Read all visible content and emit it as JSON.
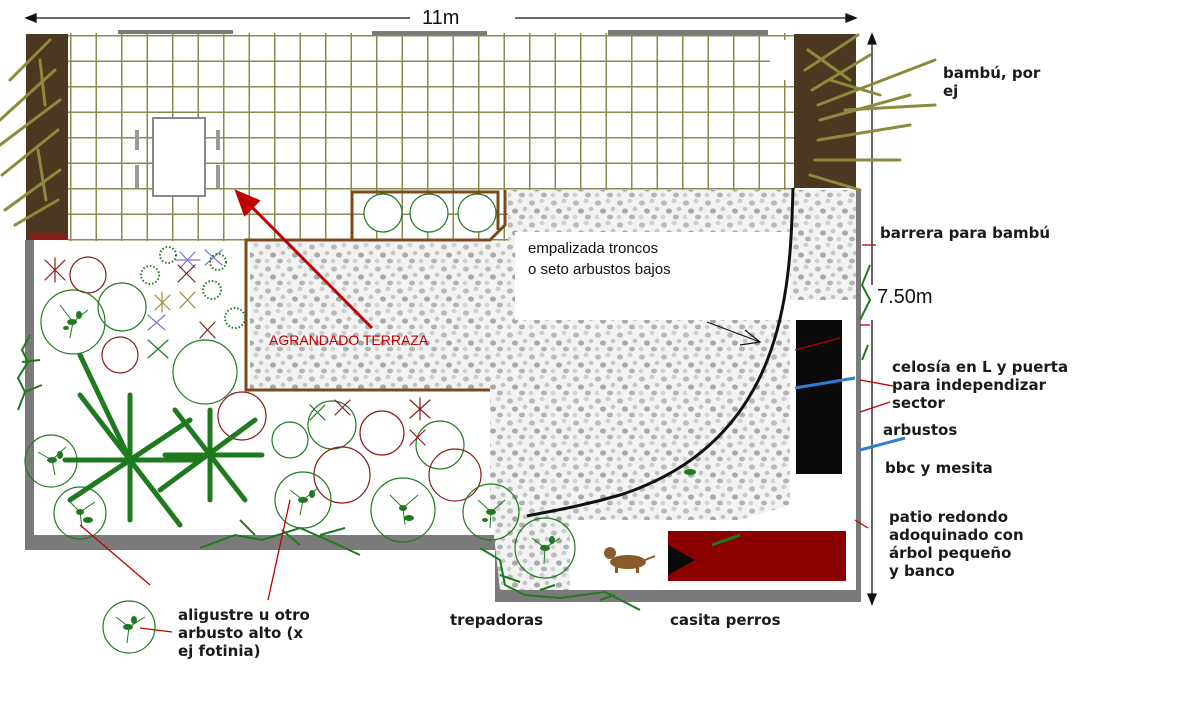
{
  "dimensions": {
    "width_label": "11m",
    "height_label": "7.50m"
  },
  "annotations": {
    "bamboo": [
      "bambú, por",
      "ej"
    ],
    "bamboo_barrier": "barrera para bambú",
    "lattice": [
      "celosía en L y puerta",
      "para independizar",
      "sector"
    ],
    "shrubs": "arbustos",
    "bbq": "bbc y mesita",
    "round_patio": [
      "patio redondo",
      "adoquinado con",
      "árbol pequeño",
      "y banco"
    ],
    "privet": [
      "aligustre u otro",
      "arbusto alto (x",
      "ej fotinia)"
    ],
    "climbers": "trepadoras",
    "dog_house": "casita perros",
    "palisade": [
      "empalizada troncos",
      "o seto arbustos bajos"
    ],
    "terrace_enlarged": "AGRANDADO TERRAZA"
  },
  "colors": {
    "wall": "#7a7a7a",
    "terrace_grid": "#8a8a50",
    "bamboo_soil": "#4a3820",
    "bamboo_cane": "#8c8a3c",
    "terrace_edge": "#7a4a1c",
    "leader_red": "#c00000",
    "leader_blue": "#2e7fd0",
    "shrub_green": "#1f7a1f",
    "bench_red": "#8b0000",
    "bbq_black": "#0a0a0a"
  }
}
